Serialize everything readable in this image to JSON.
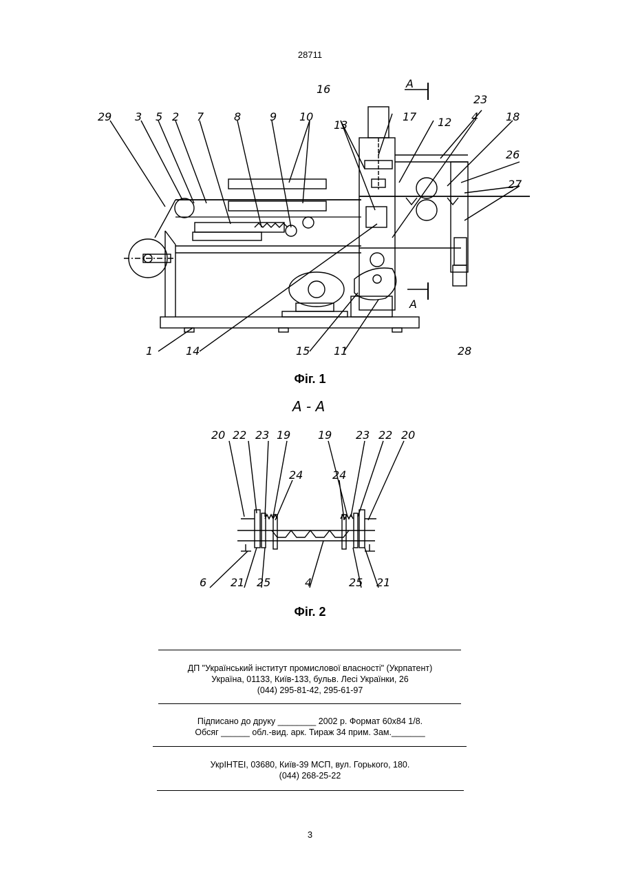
{
  "header": {
    "patent_number": "28711"
  },
  "figure1": {
    "caption": "Фіг. 1",
    "section_marker": "A",
    "labels": [
      "29",
      "3",
      "5",
      "2",
      "7",
      "8",
      "9",
      "10",
      "13",
      "16",
      "17",
      "12",
      "23",
      "4",
      "18",
      "26",
      "27",
      "1",
      "14",
      "15",
      "11",
      "28"
    ]
  },
  "figure2": {
    "caption": "Фіг. 2",
    "section_title": "A - A",
    "labels_top": [
      "20",
      "22",
      "23",
      "19",
      "19",
      "23",
      "22",
      "20"
    ],
    "labels_mid": [
      "24",
      "24"
    ],
    "labels_bottom": [
      "6",
      "21",
      "25",
      "4",
      "25",
      "21"
    ]
  },
  "imprint": {
    "publisher_line1": "ДП \"Український інститут промислової власності\" (Укрпатент)",
    "publisher_line2": "Україна, 01133, Київ-133, бульв. Лесі Українки, 26",
    "publisher_line3": "(044) 295-81-42, 295-61-97",
    "print_line1": "Підписано до друку ________ 2002 р.    Формат 60х84 1/8.",
    "print_line2": "Обсяг ______ обл.-вид. арк.   Тираж 34 прим.    Зам._______",
    "printer_line1": "УкрІНТЕІ, 03680, Київ-39 МСП, вул. Горького, 180.",
    "printer_line2": "(044) 268-25-22"
  },
  "footer": {
    "page_number": "3"
  }
}
